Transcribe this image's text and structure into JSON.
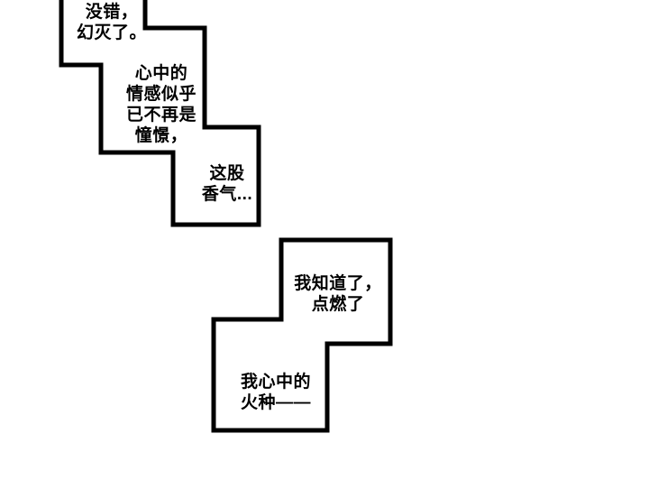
{
  "page": {
    "background_color": "#ffffff",
    "line_color": "#000000",
    "text_color": "#000000"
  },
  "bubbles": [
    {
      "name": "speech-bubble-1",
      "lines": [
        "没错，",
        "幻灭了。"
      ]
    },
    {
      "name": "speech-bubble-2",
      "lines": [
        "心中的",
        "情感似乎",
        "已不再是",
        "憧憬，"
      ]
    },
    {
      "name": "speech-bubble-3",
      "lines": [
        "这股",
        "香气..."
      ]
    },
    {
      "name": "speech-bubble-4",
      "lines": [
        "我知道了，",
        "点燃了"
      ]
    },
    {
      "name": "speech-bubble-5",
      "lines": [
        "我心中的",
        "火种——"
      ]
    }
  ]
}
